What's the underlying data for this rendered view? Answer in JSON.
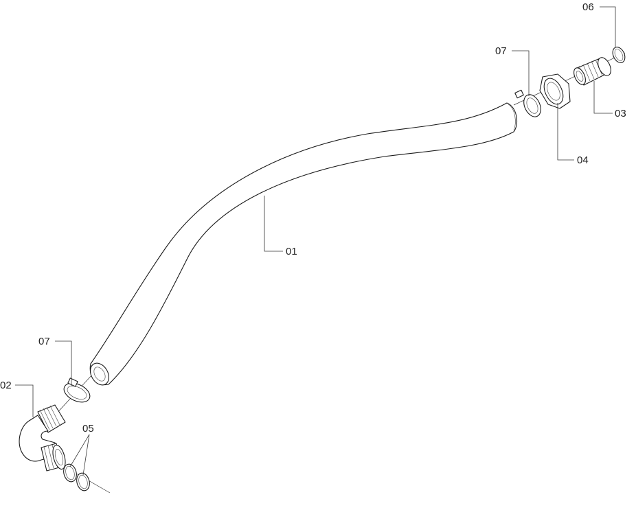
{
  "callouts": {
    "c01": "01",
    "c02": "02",
    "c03": "03",
    "c04": "04",
    "c05": "05",
    "c06": "06",
    "c07_top": "07",
    "c07_bottom": "07"
  }
}
